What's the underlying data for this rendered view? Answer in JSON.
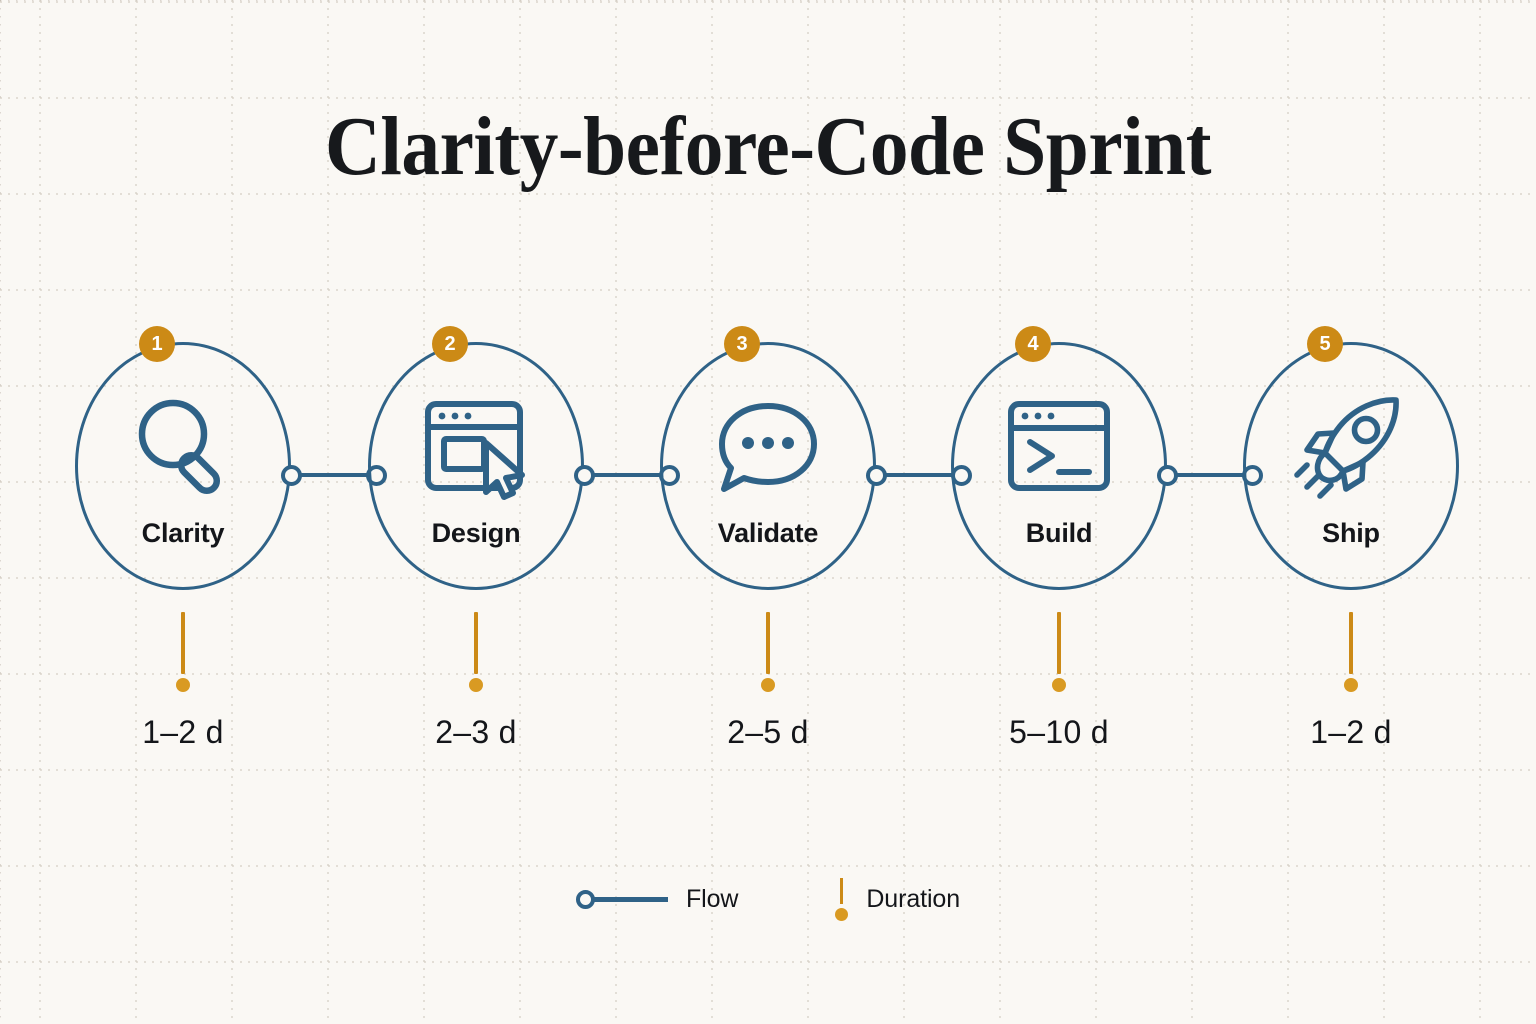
{
  "title": "Clarity-before-Code Sprint",
  "colors": {
    "background": "#faf8f4",
    "flow_blue": "#2f6287",
    "accent_orange": "#cc8a16",
    "duration_dot": "#d99a22",
    "text": "#14161a",
    "title_text": "#17191c"
  },
  "nodes": [
    {
      "number": "1",
      "label": "Clarity",
      "icon": "magnifier-icon",
      "duration": "1–2 d"
    },
    {
      "number": "2",
      "label": "Design",
      "icon": "window-cursor-icon",
      "duration": "2–3 d"
    },
    {
      "number": "3",
      "label": "Validate",
      "icon": "speech-bubble-icon",
      "duration": "2–5 d"
    },
    {
      "number": "4",
      "label": "Build",
      "icon": "terminal-icon",
      "duration": "5–10 d"
    },
    {
      "number": "5",
      "label": "Ship",
      "icon": "rocket-icon",
      "duration": "1–2 d"
    }
  ],
  "legend": {
    "flow_label": "Flow",
    "duration_label": "Duration"
  }
}
